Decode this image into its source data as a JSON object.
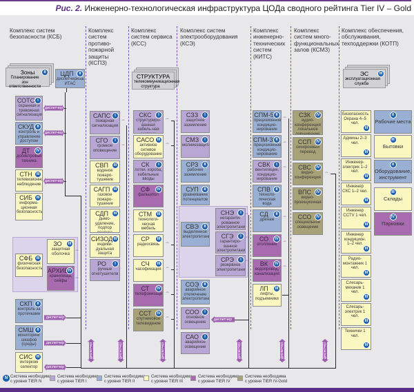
{
  "title": {
    "prefix": "Рис. 2.",
    "text": "Инженерно-технологическая инфраструктура ЦОДа сводного рейтинга Tier IV – Gold"
  },
  "columns": [
    {
      "label": "Комплекс систем безопасности (КСБ)"
    },
    {
      "label": "Комплекс систем противо-пожарной защиты (КСПЗ)"
    },
    {
      "label": "Комплекс систем сервиса (КСС)"
    },
    {
      "label": "Комплекс систем электрооборудования (КСЭ)"
    },
    {
      "label": "Комплекс инженерно-технических систем (КИТС)"
    },
    {
      "label": "Комплекс систем много-функциональных залов (КСМЗ)"
    },
    {
      "label": "Комплекс обеспечения, обслуживания, техподдержки (КОТП)"
    }
  ],
  "stacks": {
    "zones": {
      "abbr": "Зоны",
      "desc": "Планирование зон ответственности",
      "tier": "II"
    },
    "structure": {
      "abbr": "СТРУКТУРА",
      "desc": "телекоммуникационная структура"
    },
    "es": {
      "abbr": "ЭС",
      "desc": "эксплуатационная служба",
      "tier": "III"
    }
  },
  "ksb": [
    {
      "abbr": "ЦДП",
      "desc": "диспетчеризация ИТАС",
      "tier": "II"
    },
    {
      "abbr": "СОТС",
      "desc": "охранная и тревожная сигнализация",
      "tier": "I"
    },
    {
      "abbr": "СКУД",
      "desc": "контроль и управление доступом",
      "tier": "II"
    },
    {
      "abbr": "ДТ",
      "desc": "досмотровая техника",
      "tier": "IV"
    },
    {
      "abbr": "СТН",
      "desc": "телевизионное наблюдение",
      "tier": "III"
    },
    {
      "abbr": "СИБ",
      "desc": "информа-ционная безопасность",
      "tier": "III"
    },
    {
      "abbr": "ЗО",
      "desc": "защитная оболочка",
      "tier": "III"
    },
    {
      "abbr": "СФБ",
      "desc": "физическая безопасность",
      "tier": "III"
    },
    {
      "abbr": "АРХИВ",
      "desc": "хранилища, сейфы",
      "tier": "IV"
    },
    {
      "abbr": "СКП",
      "desc": "контроль за протечками",
      "tier": "II"
    },
    {
      "abbr": "СМШ",
      "desc": "мониторинг шкафов (среды)",
      "tier": "II"
    },
    {
      "abbr": "СИС",
      "desc": "интерком селектор",
      "tier": "III"
    }
  ],
  "kspz": [
    {
      "abbr": "САПС",
      "desc": "пожарная сигнализация",
      "tier": "I"
    },
    {
      "abbr": "СГО",
      "desc": "громкое оповещение",
      "tier": "I"
    },
    {
      "abbr": "СВП",
      "desc": "водяное пожаро-тушение",
      "tier": "III"
    },
    {
      "abbr": "САГП",
      "desc": "газовое пожаро-тушение",
      "tier": "III"
    },
    {
      "abbr": "СДП",
      "desc": "дымо-удаление, подпор воздуха",
      "tier": "III"
    },
    {
      "abbr": "СИЗОД",
      "desc": "индиви-дуальная защита",
      "tier": "III"
    },
    {
      "abbr": "РО",
      "desc": "ручные огнетушители",
      "tier": "I"
    }
  ],
  "kss": [
    {
      "abbr": "СКС",
      "desc": "структуриро-ванная кабель-ная система",
      "tier": "I"
    },
    {
      "abbr": "САСО",
      "desc": "активное сетевое оборудование",
      "tier": "III"
    },
    {
      "abbr": "СК",
      "desc": "лотки, короба, кабельные вводы",
      "tier": "I"
    },
    {
      "abbr": "СФ",
      "desc": "фальшпол",
      "tier": "IV"
    },
    {
      "abbr": "СТМ",
      "desc": "технологи-ческая мебель",
      "tier": "III"
    },
    {
      "abbr": "СР",
      "desc": "радиосвязь",
      "tier": "III"
    },
    {
      "abbr": "СЧ",
      "desc": "часофикация",
      "tier": "III"
    },
    {
      "abbr": "СТ",
      "desc": "телефонизация",
      "tier": "IV"
    },
    {
      "abbr": "ССТ",
      "desc": "спутниковое телевидение",
      "tier": "IV"
    }
  ],
  "kse": [
    {
      "abbr": "СЗЗ",
      "desc": "защитное заземление",
      "tier": "I"
    },
    {
      "abbr": "СМЗ",
      "desc": "молниезащита",
      "tier": "I"
    },
    {
      "abbr": "СРЗ",
      "desc": "рабочее заземление",
      "tier": "II"
    },
    {
      "abbr": "СУП",
      "desc": "уравнивание потенциалов",
      "tier": "II"
    },
    {
      "abbr": "СВЭ",
      "desc": "выделенное электропитание",
      "tier": "II"
    },
    {
      "abbr": "СНЭ",
      "desc": "негаранти-рованное электропитание",
      "tier": "I"
    },
    {
      "abbr": "СГЭ",
      "desc": "гарантиро-ванное электропитание",
      "tier": "I"
    },
    {
      "abbr": "СРЭ",
      "desc": "резервное электропитание",
      "tier": "I"
    },
    {
      "abbr": "СОЭ",
      "desc": "аварийное отключение электропитания",
      "tier": "II"
    },
    {
      "abbr": "СОО",
      "desc": "основное освещение",
      "tier": "I"
    },
    {
      "abbr": "САО",
      "desc": "аварийное освещение",
      "tier": "I"
    }
  ],
  "kits": [
    {
      "abbr": "СПМ-5",
      "desc": "прецизионное кондицио-нирование",
      "tier": "II"
    },
    {
      "abbr": "СПМ-30",
      "desc": "прецизионное кондицио-нирование",
      "tier": "II"
    },
    {
      "abbr": "СВК",
      "desc": "вентиляция, кондицио-нирование",
      "tier": "I"
    },
    {
      "abbr": "СПВ",
      "desc": "техноло-гическая вода",
      "tier": "II"
    },
    {
      "abbr": "СД",
      "desc": "дренаж",
      "tier": "II"
    },
    {
      "abbr": "СО",
      "desc": "отопление",
      "tier": "IV"
    },
    {
      "abbr": "ВК",
      "desc": "водопровод, канализация",
      "tier": "IV"
    },
    {
      "abbr": "ЛП",
      "desc": "лифты, подъемники",
      "tier": "III"
    }
  ],
  "ksmz": [
    {
      "abbr": "СЗК",
      "desc": "аудио-конференция локальное озвучивание",
      "tier": "IV"
    },
    {
      "abbr": "ССП",
      "desc": "синхронный перевод",
      "tier": "IV"
    },
    {
      "abbr": "СВС",
      "desc": "видео-конференция",
      "tier": "IV"
    },
    {
      "abbr": "ВПС",
      "desc": "видео-проекционная",
      "tier": "IV"
    },
    {
      "abbr": "ССО",
      "desc": "специальное освещение",
      "tier": "IV"
    }
  ],
  "kotp_staff": [
    {
      "label": "Безопасность Охрана 4–5 чел.",
      "tier": "III"
    },
    {
      "label": "Админы 2–3 чел.",
      "tier": "III"
    },
    {
      "label": "Инженер-электрик 1–2 чел.",
      "tier": "III"
    },
    {
      "label": "Инженер СКС 1–2 чел.",
      "tier": "III"
    },
    {
      "label": "Инженер CCTV 1 чел.",
      "tier": "III"
    },
    {
      "label": "Инженер кондицион. 1–2 чел.",
      "tier": "III"
    },
    {
      "label": "Радио-монтажник 1 чел.",
      "tier": "III"
    },
    {
      "label": "Слесарь-механик 1 чел.",
      "tier": "III"
    },
    {
      "label": "Слесарь-электрик 1 чел.",
      "tier": "III"
    },
    {
      "label": "Технички 1 чел.",
      "tier": "III"
    }
  ],
  "kotp_resources": [
    {
      "label": "Рабочие места",
      "tier": "II"
    },
    {
      "label": "Бытовки",
      "tier": "III"
    },
    {
      "label": "Оборудование, инструмент",
      "tier": "II"
    },
    {
      "label": "Склады",
      "tier": "III"
    },
    {
      "label": "Парковки",
      "tier": "IV"
    }
  ],
  "dispatcher_label": "диспетчер",
  "legend": [
    {
      "badge": "N",
      "text1": "Система необходима",
      "text2": "с уровня TIER N"
    },
    {
      "color": "#b8a6d4",
      "text1": "Система необходима",
      "text2": "с уровня TIER I"
    },
    {
      "color": "#9aafd4",
      "text1": "Система необходима",
      "text2": "с уровня TIER II"
    },
    {
      "color": "#fbf7c0",
      "text1": "Система необходима",
      "text2": "с уровня TIER III"
    },
    {
      "color": "#a96bb0",
      "text1": "Система необходима",
      "text2": "с уровня TIER IV"
    },
    {
      "color": "#a8a278",
      "text1": "Система необходима",
      "text2": "с уровня TIER IV-Gold"
    }
  ]
}
